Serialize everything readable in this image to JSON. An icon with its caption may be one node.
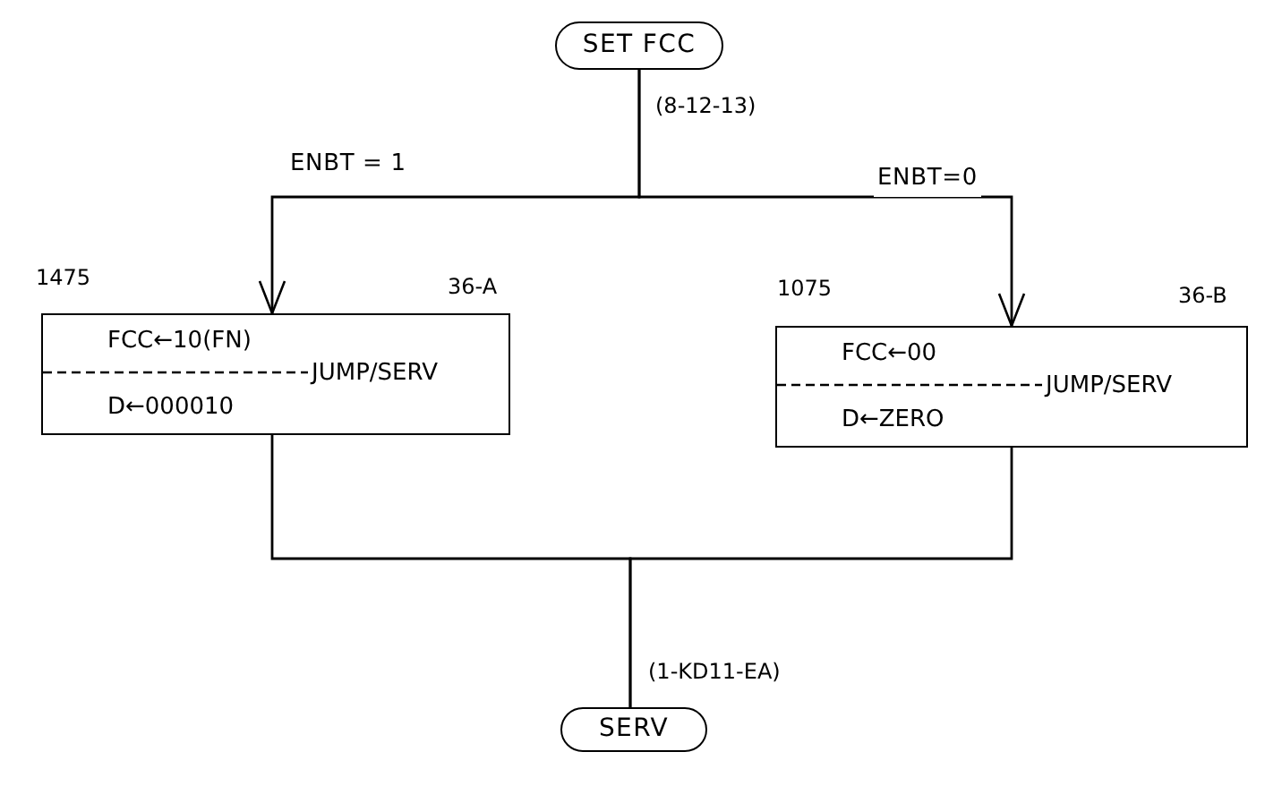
{
  "diagram": {
    "nodes": [
      {
        "text": [
          "SET FCC"
        ],
        "beside": [
          "(8-12-13)"
        ]
      },
      {
        "text": [
          "FCC←10(FN)",
          "JUMP/SERV",
          "D←000010"
        ],
        "beside": [
          "1475",
          "36-A"
        ]
      },
      {
        "text": [
          "FCC←00",
          "JUMP/SERV",
          "D←ZERO"
        ],
        "beside": [
          "1075",
          "36-B"
        ]
      },
      {
        "text": [
          "SERV"
        ],
        "beside": [
          "(1-KD11-EA)"
        ]
      }
    ],
    "edges": [
      {
        "from": 0,
        "to": 1,
        "arrow": "to",
        "label": "ENBT = 1"
      },
      {
        "from": 0,
        "to": 2,
        "arrow": "to",
        "label": "ENBT=0"
      },
      {
        "from": 1,
        "to": 3,
        "arrow": "none"
      },
      {
        "from": 2,
        "to": 3,
        "arrow": "none"
      }
    ]
  }
}
